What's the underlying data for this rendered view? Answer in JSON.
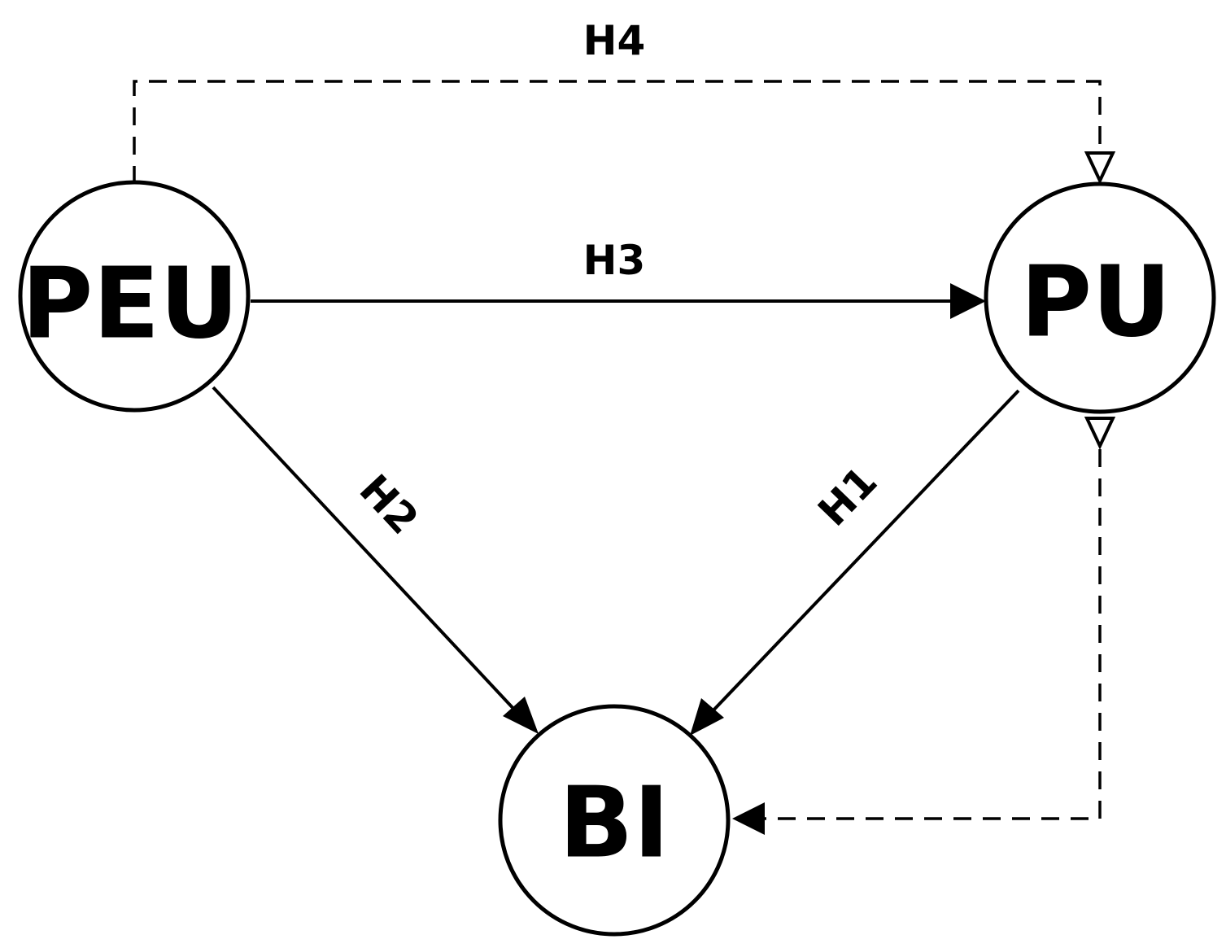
{
  "nodes": {
    "peu": {
      "label": "PEU"
    },
    "pu": {
      "label": "PU"
    },
    "bi": {
      "label": "BI"
    }
  },
  "edges": {
    "h1": {
      "label": "H1",
      "from": "PU",
      "to": "BI",
      "style": "solid"
    },
    "h2": {
      "label": "H2",
      "from": "PEU",
      "to": "BI",
      "style": "solid"
    },
    "h3": {
      "label": "H3",
      "from": "PEU",
      "to": "PU",
      "style": "solid"
    },
    "h4": {
      "label": "H4",
      "from": "PEU",
      "to": "PU",
      "style": "dashed"
    },
    "pu_bi_dashed": {
      "label": "",
      "from": "PU",
      "to": "BI",
      "style": "dashed"
    }
  },
  "colors": {
    "stroke": "#000000",
    "background": "#ffffff"
  }
}
